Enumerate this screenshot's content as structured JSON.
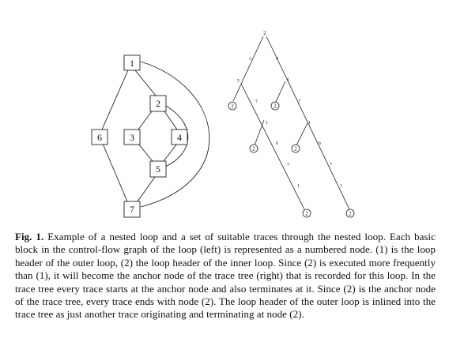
{
  "cfg": {
    "nodes": [
      {
        "id": "n1",
        "label": "1"
      },
      {
        "id": "n2",
        "label": "2"
      },
      {
        "id": "n3",
        "label": "3"
      },
      {
        "id": "n4",
        "label": "4"
      },
      {
        "id": "n5",
        "label": "5"
      },
      {
        "id": "n6",
        "label": "6"
      },
      {
        "id": "n7",
        "label": "7"
      }
    ]
  },
  "trace_tree": {
    "root_label": "2",
    "edge_labels": [
      "3",
      "4",
      "5",
      "5",
      "7",
      "7",
      "1",
      "1",
      "6",
      "6",
      "7",
      "7",
      "1",
      "1"
    ],
    "leaf_labels": [
      "2",
      "2",
      "2",
      "2",
      "2",
      "2"
    ]
  },
  "caption": {
    "label": "Fig. 1.",
    "text": " Example of a nested loop and a set of suitable traces through the nested loop. Each basic block in the control-flow graph of the loop (left) is represented as a numbered node. (1) is the loop header of the outer loop, (2) the loop header of the inner loop. Since (2) is executed more frequently than (1), it will become the anchor node of the trace tree (right) that is recorded for this loop. In the trace tree every trace starts at the anchor node and also terminates at it. Since (2) is the anchor node of the trace tree, every trace ends with node (2). The loop header of the outer loop is inlined into the trace tree as just another trace originating and terminating at node (2)."
  }
}
